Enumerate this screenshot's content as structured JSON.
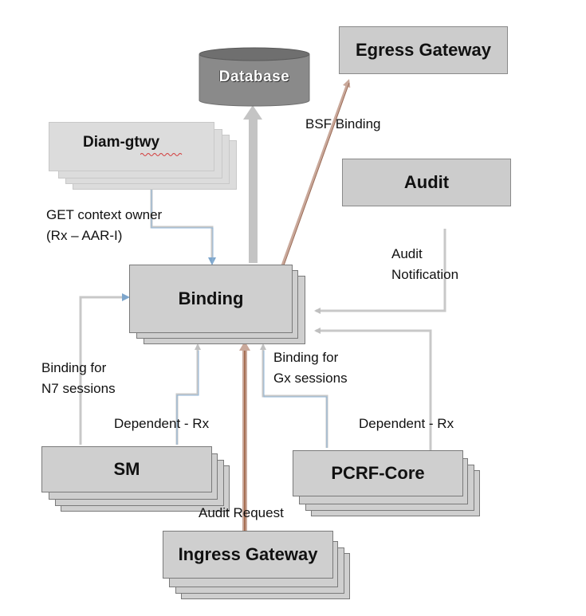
{
  "nodes": {
    "database": "Database",
    "egress_gateway": "Egress Gateway",
    "diam_gtwy": "Diam-gtwy",
    "audit": "Audit",
    "binding": "Binding",
    "sm": "SM",
    "pcrf_core": "PCRF-Core",
    "ingress_gateway": "Ingress Gateway"
  },
  "edge_labels": {
    "bsf_binding": "BSF Binding",
    "get_context_owner_line1": "GET context owner",
    "get_context_owner_line2": "(Rx – AAR-I)",
    "audit_notification_line1": "Audit",
    "audit_notification_line2": "Notification",
    "binding_n7_line1": "Binding for",
    "binding_n7_line2": "N7 sessions",
    "binding_gx_line1": "Binding for",
    "binding_gx_line2": "Gx sessions",
    "dependent_rx_left": "Dependent - Rx",
    "dependent_rx_right": "Dependent - Rx",
    "audit_request": "Audit Request"
  },
  "colors": {
    "box_fill": "#cfcfcf",
    "database_fill": "#8a8a8a",
    "connector_gray": "#c8c8c8",
    "connector_blue": "#8fb6d8",
    "bsf_arrow": "#c9a89a",
    "audit_request_arrow": "#b07050"
  }
}
